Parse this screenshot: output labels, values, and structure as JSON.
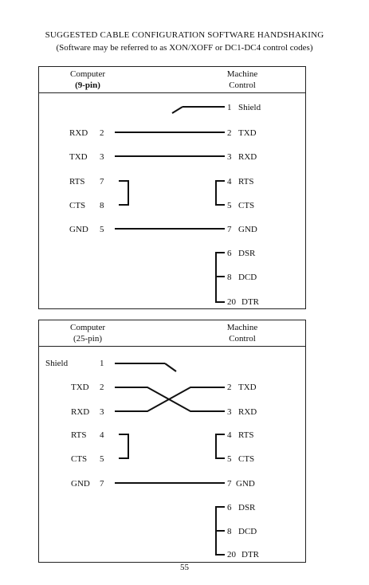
{
  "heading": {
    "title": "SUGGESTED CABLE CONFIGURATION SOFTWARE HANDSHAKING",
    "subtitle": "(Software may be referred to as XON/XOFF or DC1-DC4 control codes)"
  },
  "panel9": {
    "left_header_line1": "Computer",
    "left_header_line2": "(9-pin)",
    "right_header_line1": "Machine",
    "right_header_line2": "Control",
    "left_pins": [
      {
        "name": "RXD",
        "pin": "2"
      },
      {
        "name": "TXD",
        "pin": "3"
      },
      {
        "name": "RTS",
        "pin": "7"
      },
      {
        "name": "CTS",
        "pin": "8"
      },
      {
        "name": "GND",
        "pin": "5"
      }
    ],
    "right_pins": [
      {
        "pin": "1",
        "name": "Shield"
      },
      {
        "pin": "2",
        "name": "TXD"
      },
      {
        "pin": "3",
        "name": "RXD"
      },
      {
        "pin": "4",
        "name": "RTS"
      },
      {
        "pin": "5",
        "name": "CTS"
      },
      {
        "pin": "7",
        "name": "GND"
      },
      {
        "pin": "6",
        "name": "DSR"
      },
      {
        "pin": "8",
        "name": "DCD"
      },
      {
        "pin": "20",
        "name": "DTR"
      }
    ]
  },
  "panel25": {
    "left_header_line1": "Computer",
    "left_header_line2": "(25-pin)",
    "right_header_line1": "Machine",
    "right_header_line2": "Control",
    "left_pins": [
      {
        "name": "Shield",
        "pin": "1"
      },
      {
        "name": "TXD",
        "pin": "2"
      },
      {
        "name": "RXD",
        "pin": "3"
      },
      {
        "name": "RTS",
        "pin": "4"
      },
      {
        "name": "CTS",
        "pin": "5"
      },
      {
        "name": "GND",
        "pin": "7"
      }
    ],
    "right_pins": [
      {
        "pin": "2",
        "name": "TXD"
      },
      {
        "pin": "3",
        "name": "RXD"
      },
      {
        "pin": "4",
        "name": "RTS"
      },
      {
        "pin": "5",
        "name": "CTS"
      },
      {
        "pin": "7",
        "name": "GND"
      },
      {
        "pin": "6",
        "name": "DSR"
      },
      {
        "pin": "8",
        "name": "DCD"
      },
      {
        "pin": "20",
        "name": "DTR"
      }
    ]
  },
  "footer": {
    "page_number": "55"
  }
}
